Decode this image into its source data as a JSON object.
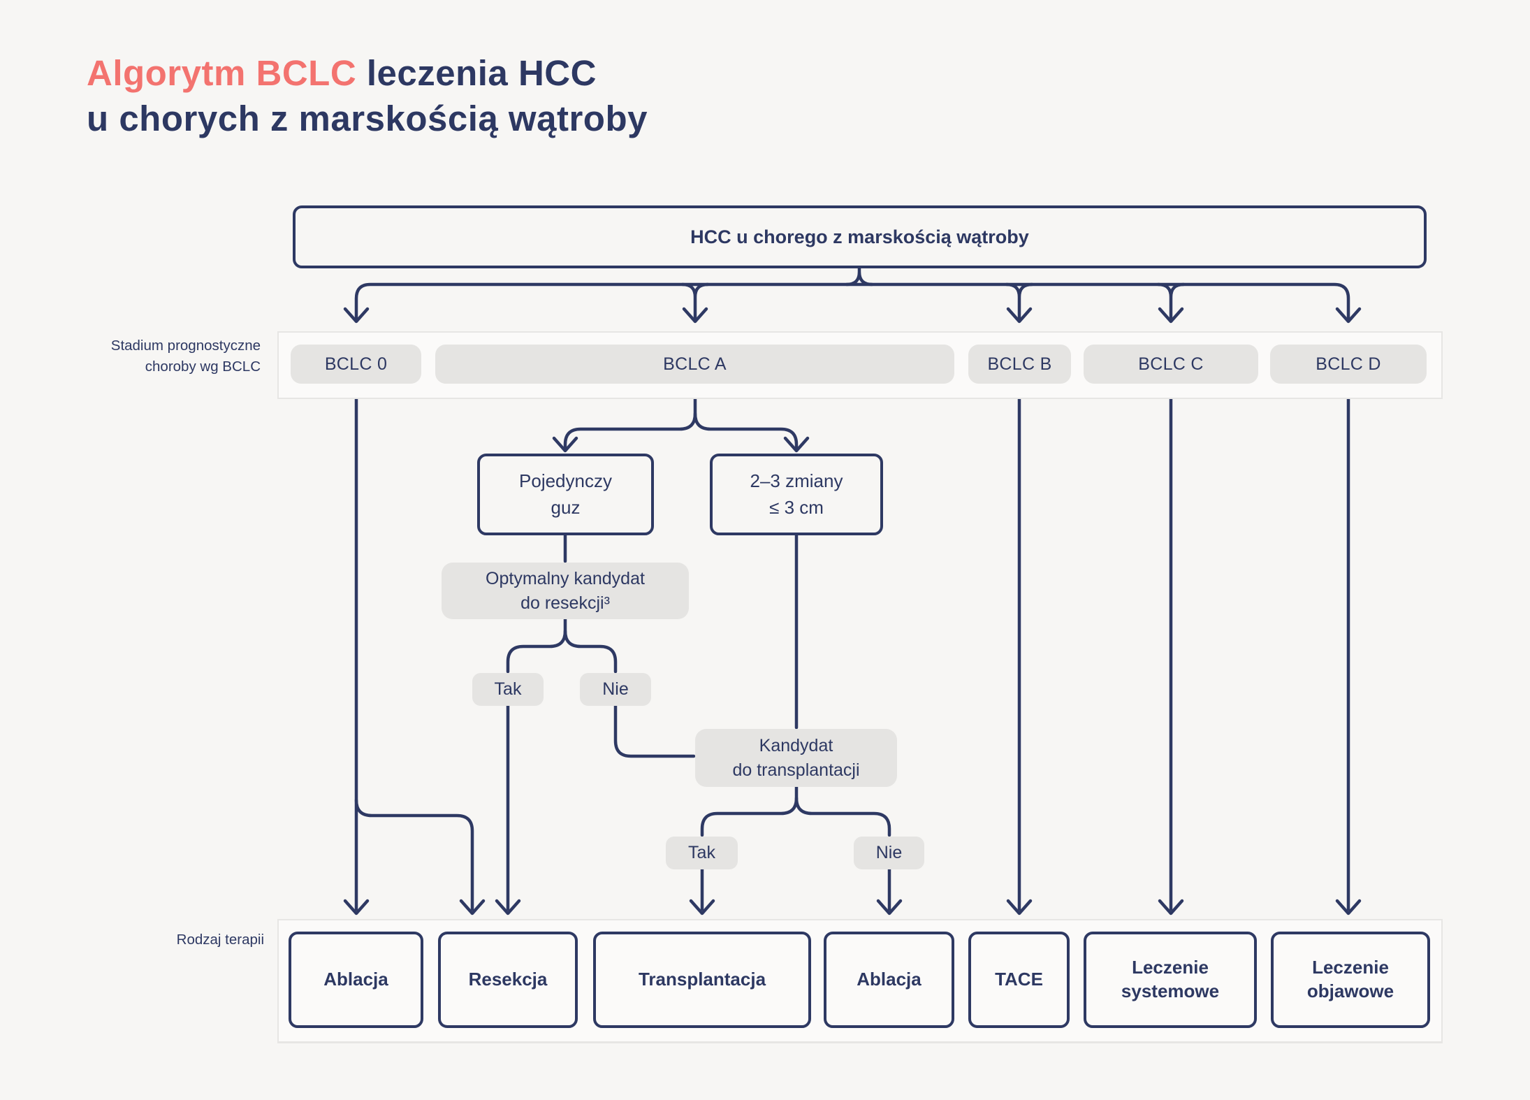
{
  "colors": {
    "background": "#f7f6f4",
    "navy": "#2e3963",
    "coral": "#f3736f",
    "pill_gray": "#e5e4e2"
  },
  "title": {
    "accent": "Algorytm BCLC",
    "rest_line1": "leczenia HCC",
    "line2": "u chorych z marskością wątroby"
  },
  "root": {
    "label": "HCC u chorego z marskością wątroby"
  },
  "row_labels": {
    "stages": "Stadium prognostyczne\nchoroby wg BCLC",
    "therapy": "Rodzaj terapii"
  },
  "stages": [
    {
      "label": "BCLC 0"
    },
    {
      "label": "BCLC A"
    },
    {
      "label": "BCLC B"
    },
    {
      "label": "BCLC C"
    },
    {
      "label": "BCLC D"
    }
  ],
  "nodes": {
    "single_tumor": "Pojedynczy\nguz",
    "small_lesions": "2–3 zmiany\n≤ 3 cm",
    "resection_candidate": "Optymalny kandydat\ndo resekcji³",
    "transplant_candidate": "Kandydat\ndo transplantacji"
  },
  "decisions": {
    "resection": {
      "yes": "Tak",
      "no": "Nie"
    },
    "transplant": {
      "yes": "Tak",
      "no": "Nie"
    }
  },
  "therapies": [
    {
      "label": "Ablacja"
    },
    {
      "label": "Resekcja"
    },
    {
      "label": "Transplantacja"
    },
    {
      "label": "Ablacja"
    },
    {
      "label": "TACE"
    },
    {
      "label": "Leczenie\nsystemowe"
    },
    {
      "label": "Leczenie\nobjawowe"
    }
  ]
}
